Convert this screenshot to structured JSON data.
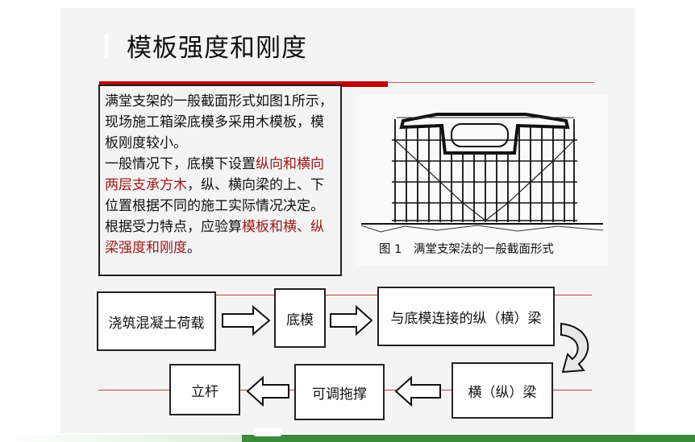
{
  "slide": {
    "title": "模板强度和刚度"
  },
  "textbox": {
    "p1": "满堂支架的一般截面形式如图1所示，现场施工箱梁底模多采用木模板，模板刚度较小。",
    "p2_a": "一般情况下，底模下设置",
    "p2_hl": "纵向和横向两层支承方木",
    "p2_b": "，纵、横向梁的上、下位置根据不同的施工实际情况决定。",
    "p3_a": "根据受力特点，应验算",
    "p3_hl": "模板和横、纵梁强度和刚度",
    "p3_b": "。"
  },
  "figure": {
    "caption": "图 1　满堂支架法的一般截面形式"
  },
  "flow": {
    "box1": "浇筑混凝土荷载",
    "box2": "底模",
    "box3": "与底模连接的纵（横）梁",
    "box4": "横（纵）梁",
    "box5": "可调拖撑",
    "box6": "立杆"
  },
  "colors": {
    "accent_red": "#c00000",
    "highlight_text": "#a01818"
  }
}
